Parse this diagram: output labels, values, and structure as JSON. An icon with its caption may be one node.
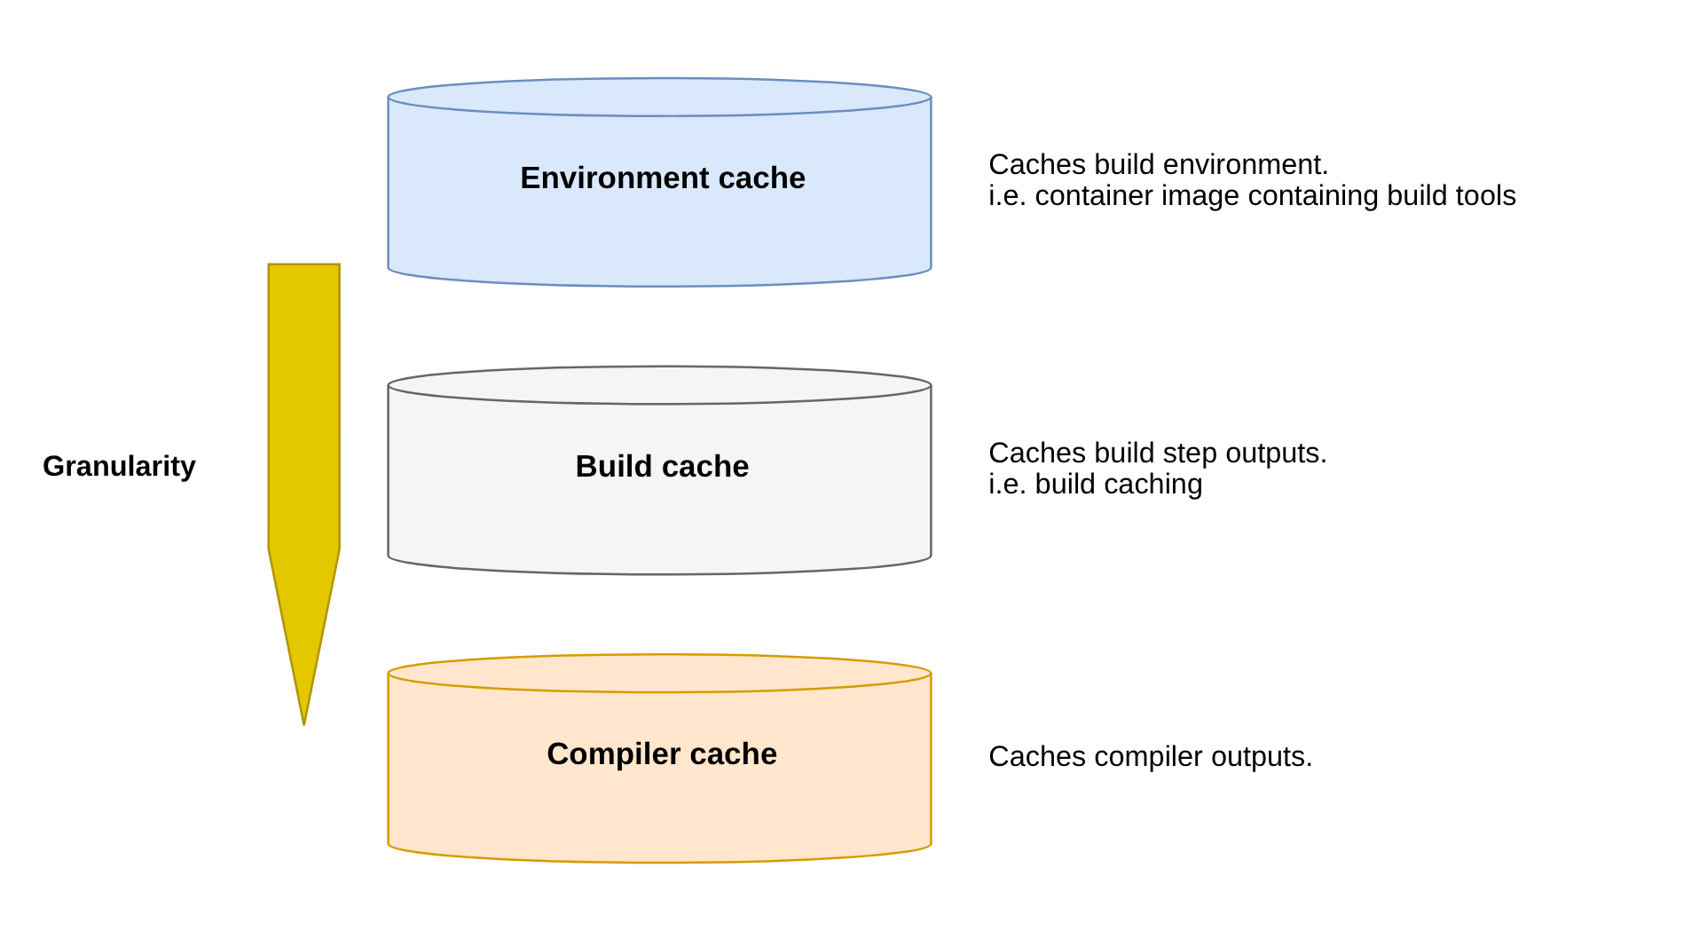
{
  "diagram": {
    "nodes": [
      {
        "text": [],
        "shape": "arrow"
      },
      {
        "text": [
          "Environment cache"
        ],
        "beside": [
          "Caches build environment.",
          "i.e. container image containing build tools"
        ]
      },
      {
        "text": [
          "Build cache"
        ],
        "beside": [
          "Caches build step outputs.",
          "i.e. build caching"
        ]
      },
      {
        "text": [
          "Compiler cache"
        ],
        "beside": [
          "Caches compiler outputs."
        ]
      }
    ],
    "edges": [],
    "labels": [
      "Granularity"
    ]
  }
}
